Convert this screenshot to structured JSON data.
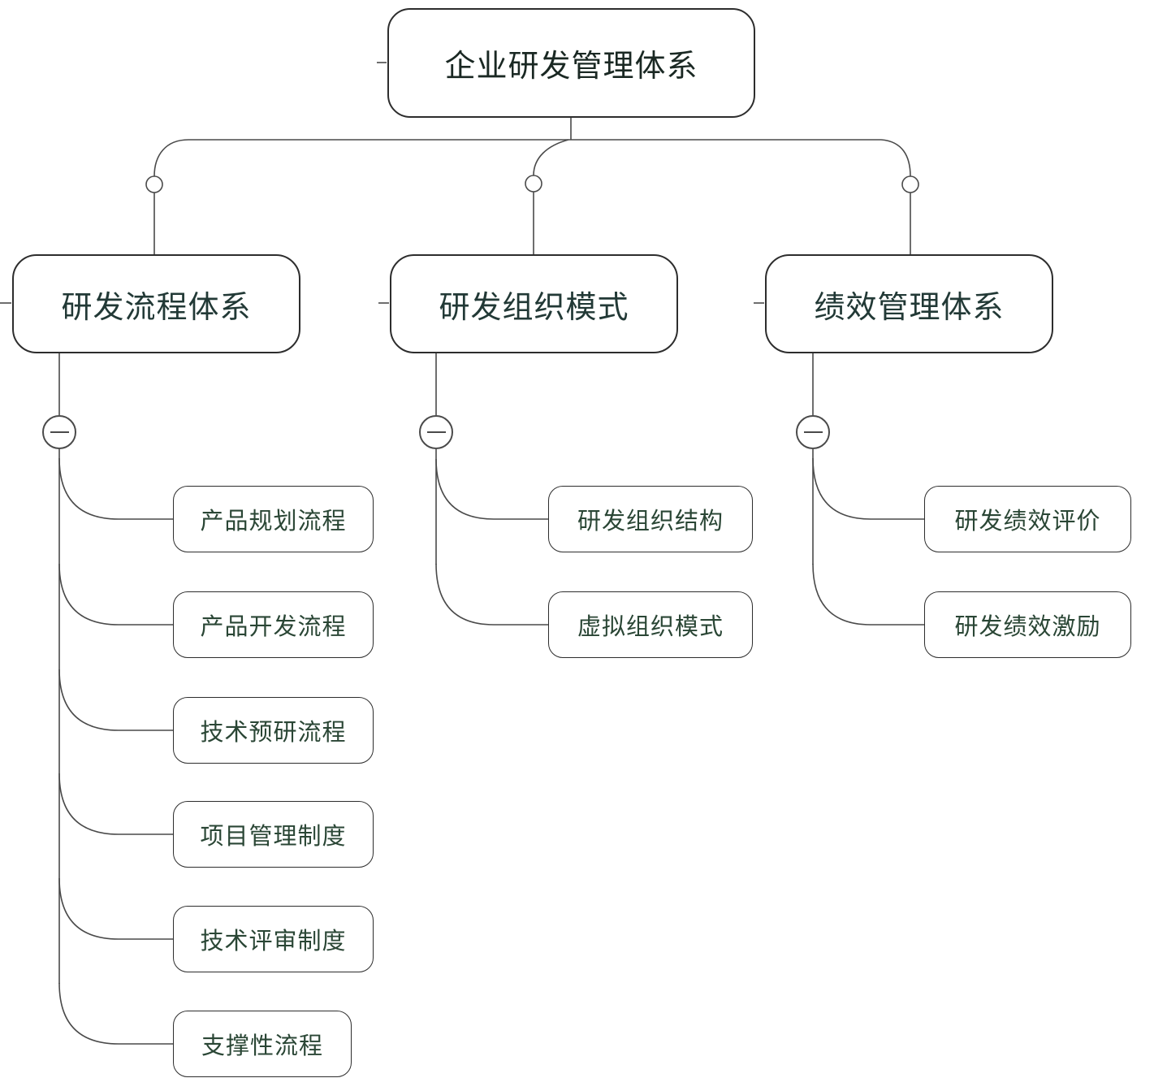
{
  "theme": {
    "background": "#ffffff",
    "box_border": "#2d2d2d",
    "connector": "#4a4a4a",
    "root_text": "#1a2823",
    "branch_text": "#223936",
    "leaf_text": "#2a4635"
  },
  "diagram": {
    "type": "mindmap-tree",
    "root": {
      "label": "企业研发管理体系"
    },
    "branches": [
      {
        "label": "研发流程体系",
        "collapse_icon": "minus",
        "children": [
          "产品规划流程",
          "产品开发流程",
          "技术预研流程",
          "项目管理制度",
          "技术评审制度",
          "支撑性流程"
        ]
      },
      {
        "label": "研发组织模式",
        "collapse_icon": "minus",
        "children": [
          "研发组织结构",
          "虚拟组织模式"
        ]
      },
      {
        "label": "绩效管理体系",
        "collapse_icon": "minus",
        "children": [
          "研发绩效评价",
          "研发绩效激励"
        ]
      }
    ]
  }
}
